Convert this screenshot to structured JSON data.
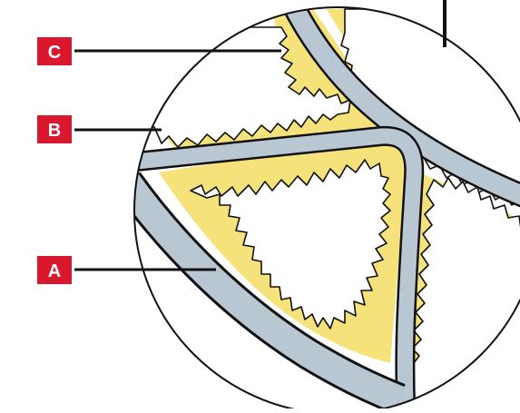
{
  "labels": {
    "c": "C",
    "b": "B",
    "a": "A"
  },
  "colors": {
    "badge_red": "#d9182d",
    "vessel_blue_grey": "#b9c7d3",
    "lining_yellow": "#f6e27a",
    "outline": "#111111",
    "background": "#ffffff"
  }
}
